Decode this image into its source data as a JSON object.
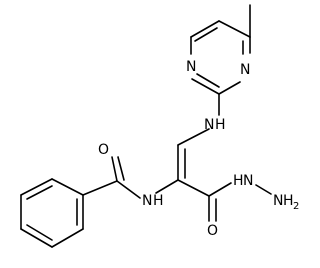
{
  "molecule": {
    "atom_labels": {
      "n_ring_top": "N",
      "n_ring_bottom": "N",
      "nh_linker": "N",
      "h_linker": "H",
      "n_amide": "N",
      "h_amide": "H",
      "o_amide": "O",
      "n_hydrazide_1": "N",
      "h_hydrazide_1": "H",
      "n_hydrazide_2": "N",
      "h2_hydrazide": "H",
      "sub2_hydrazide": "2",
      "o_hydrazide": "O"
    }
  }
}
